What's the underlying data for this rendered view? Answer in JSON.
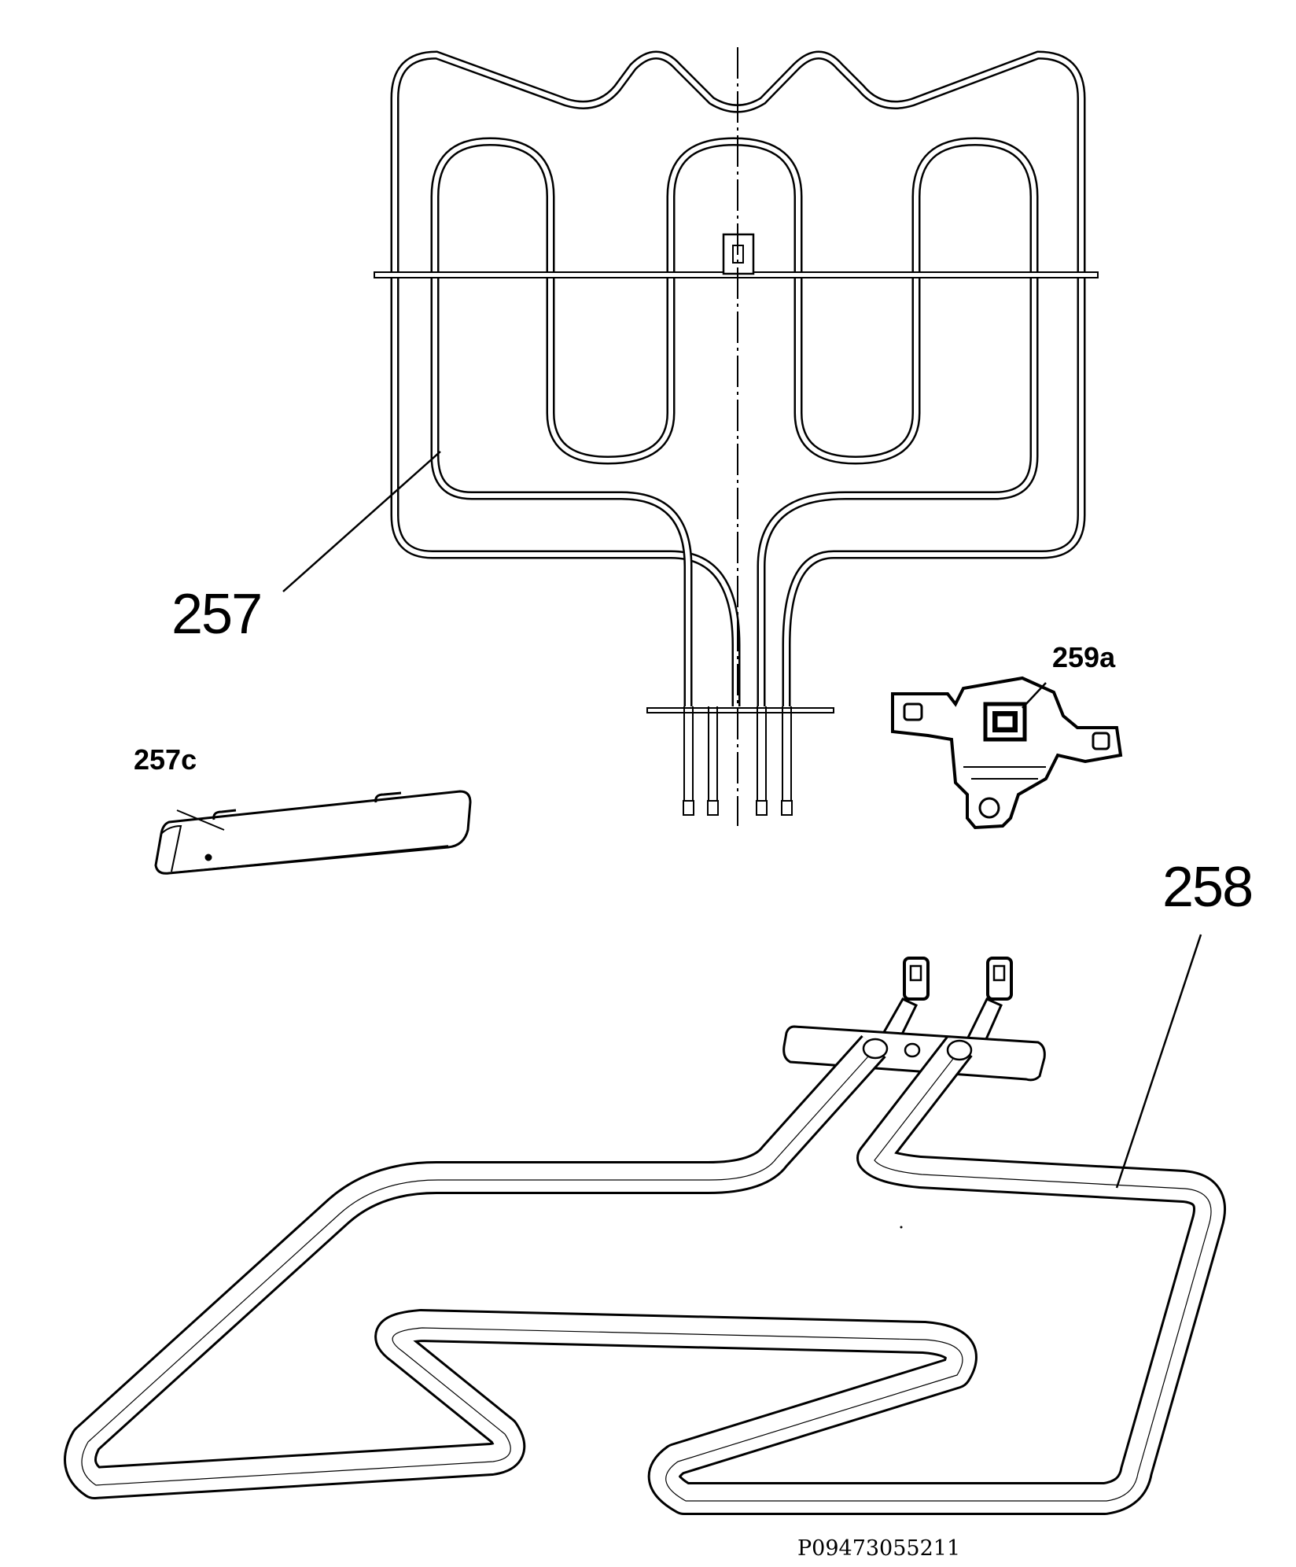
{
  "callouts": {
    "part_257": "257",
    "part_257c": "257c",
    "part_258": "258",
    "part_259a": "259a"
  },
  "drawing_code": "P09473055211",
  "colors": {
    "line": "#000000",
    "background": "#ffffff"
  }
}
